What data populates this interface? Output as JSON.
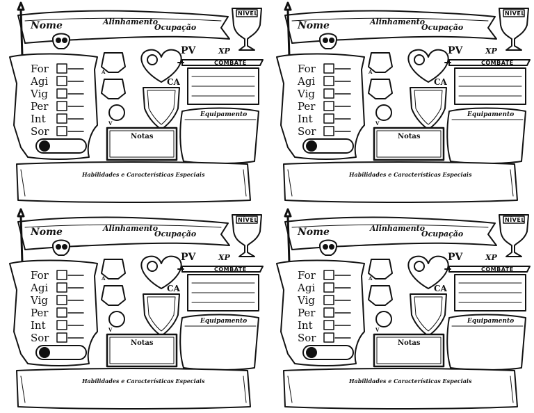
{
  "sheet": {
    "name_label": "Nome",
    "alignment_label": "Alinhamento",
    "occupation_label": "Ocupação",
    "level_label": "NÍVEL",
    "pv_label": "PV",
    "xp_label": "XP",
    "combat_label": "COMBATE",
    "ca_label": "CA",
    "equipment_label": "Equipamento",
    "notes_label": "Notas",
    "abilities_label": "Habilidades e Características Especiais",
    "attributes": [
      "For",
      "Agi",
      "Vig",
      "Per",
      "Int",
      "Sor"
    ],
    "slot_a": "A",
    "slot_v": "V"
  }
}
